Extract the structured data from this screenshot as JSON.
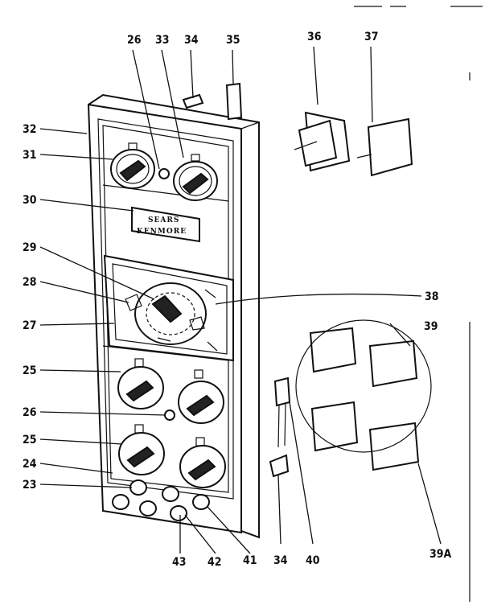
{
  "brand_plate": {
    "line1": "SEARS",
    "line2": "KENMORE"
  },
  "callouts": [
    "26",
    "33",
    "34",
    "35",
    "36",
    "37",
    "32",
    "31",
    "30",
    "29",
    "28",
    "38",
    "27",
    "39",
    "25",
    "26",
    "25",
    "24",
    "23",
    "43",
    "42",
    "41",
    "34",
    "40",
    "39A"
  ]
}
